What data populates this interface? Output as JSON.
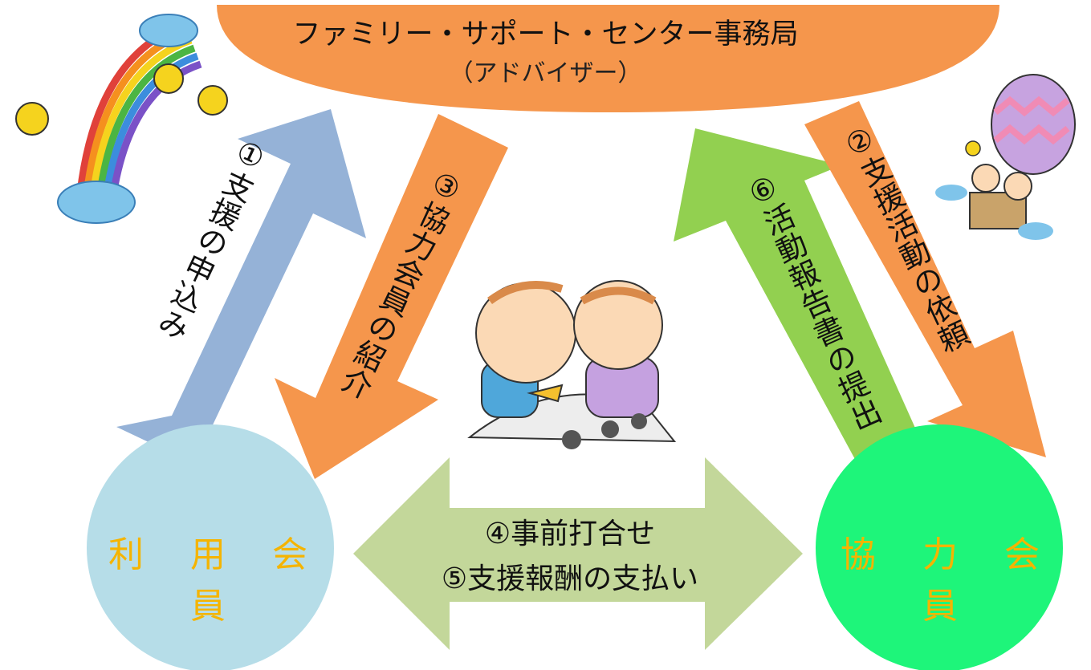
{
  "office": {
    "title": "ファミリー・サポート・センター事務局",
    "subtitle": "（アドバイザー）"
  },
  "members": {
    "user": {
      "label": "利 用 会 員"
    },
    "cooperator": {
      "label": "協 力 会 員"
    }
  },
  "flows": {
    "step1": "①支援の申込み",
    "step2": "②支援活動の依頼",
    "step3": "③協力会員の紹介",
    "step6": "⑥活動報告書の提出",
    "step4": "④事前打合せ",
    "step5": "⑤支援報酬の支払い"
  },
  "colors": {
    "office_bg": "#F5964C",
    "arrow_blue": "#95B2D7",
    "arrow_orange": "#F5964C",
    "arrow_green": "#92D050",
    "arrow_center": "#C3D79A",
    "user_circle": "#B6DDE8",
    "cooperator_circle": "#1EF57A",
    "member_text": "#F5B400"
  },
  "illustrations": [
    "rainbow-with-birds",
    "hot-air-balloon-with-children",
    "children-playing-in-sand"
  ]
}
